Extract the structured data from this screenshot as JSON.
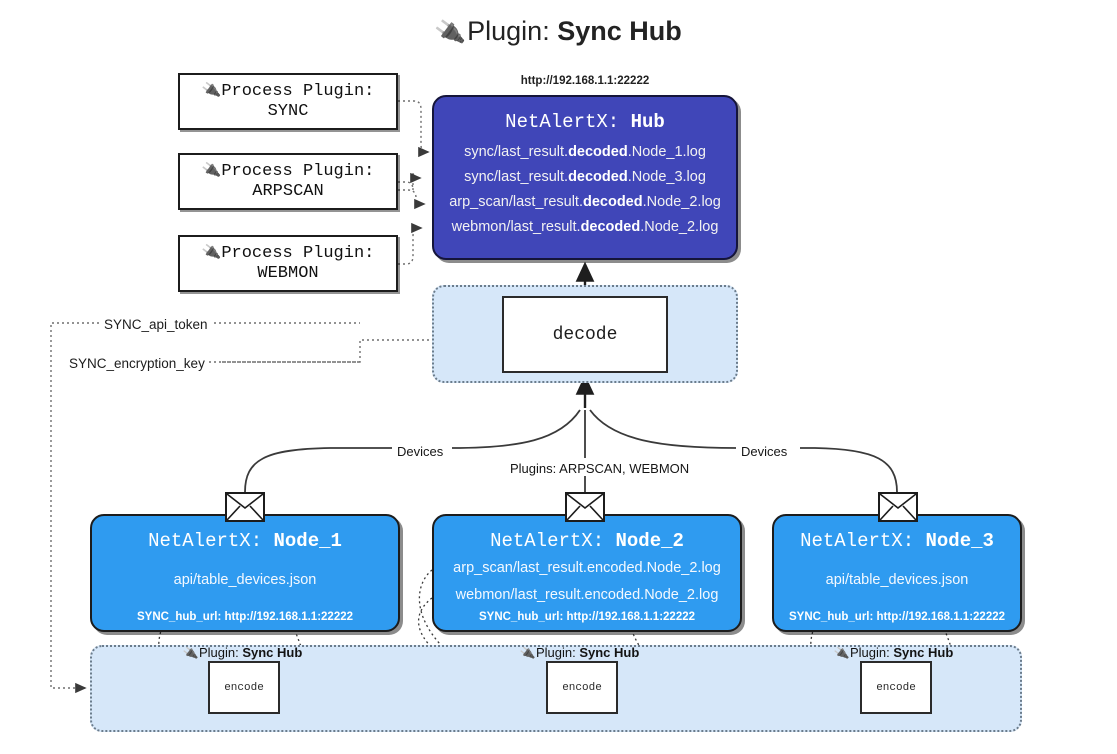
{
  "title": {
    "icon": "plug-icon",
    "prefix": "Plugin: ",
    "name": "Sync Hub"
  },
  "process_plugins": [
    {
      "icon": "plug-icon",
      "line1": "Process Plugin:",
      "line2": "SYNC"
    },
    {
      "icon": "plug-icon",
      "line1": "Process Plugin:",
      "line2": "ARPSCAN"
    },
    {
      "icon": "plug-icon",
      "line1": "Process Plugin:",
      "line2": "WEBMON"
    }
  ],
  "hub": {
    "url": "http://192.168.1.1:22222",
    "title_prefix": "NetAlertX: ",
    "title_name": "Hub",
    "logs": [
      {
        "pre": "sync/last_result.",
        "strong": "decoded",
        "post": ".Node_1.log"
      },
      {
        "pre": "sync/last_result.",
        "strong": "decoded",
        "post": ".Node_3.log"
      },
      {
        "pre": "arp_scan/last_result.",
        "strong": "decoded",
        "post": ".Node_2.log"
      },
      {
        "pre": "webmon/last_result.",
        "strong": "decoded",
        "post": ".Node_2.log"
      }
    ]
  },
  "decode": {
    "label": "decode"
  },
  "keys": {
    "api_token": "SYNC_api_token",
    "encryption_key": "SYNC_encryption_key"
  },
  "edge_labels": {
    "devices_left": "Devices",
    "devices_right": "Devices",
    "plugins_mid": "Plugins: ARPSCAN, WEBMON"
  },
  "nodes": [
    {
      "title_prefix": "NetAlertX: ",
      "title_name": "Node_1",
      "lines": [
        "api/table_devices.json"
      ],
      "hub_url": "SYNC_hub_url: http://192.168.1.1:22222",
      "envelope": "envelope-icon"
    },
    {
      "title_prefix": "NetAlertX: ",
      "title_name": "Node_2",
      "lines": [
        "arp_scan/last_result.encoded.Node_2.log",
        "webmon/last_result.encoded.Node_2.log"
      ],
      "hub_url": "SYNC_hub_url: http://192.168.1.1:22222",
      "envelope": "envelope-icon"
    },
    {
      "title_prefix": "NetAlertX: ",
      "title_name": "Node_3",
      "lines": [
        "api/table_devices.json"
      ],
      "hub_url": "SYNC_hub_url: http://192.168.1.1:22222",
      "envelope": "envelope-icon"
    }
  ],
  "plugin_groups": [
    {
      "icon": "plug-icon",
      "prefix": "Plugin: ",
      "name": "Sync Hub",
      "encode_label": "encode"
    },
    {
      "icon": "plug-icon",
      "prefix": "Plugin: ",
      "name": "Sync Hub",
      "encode_label": "encode"
    },
    {
      "icon": "plug-icon",
      "prefix": "Plugin: ",
      "name": "Sync Hub",
      "encode_label": "encode"
    }
  ],
  "colors": {
    "hub_fill": "#4046b8",
    "node_fill": "#2f9bf0",
    "zone_fill": "#d6e7f9",
    "stroke": "#1c1c1c"
  }
}
